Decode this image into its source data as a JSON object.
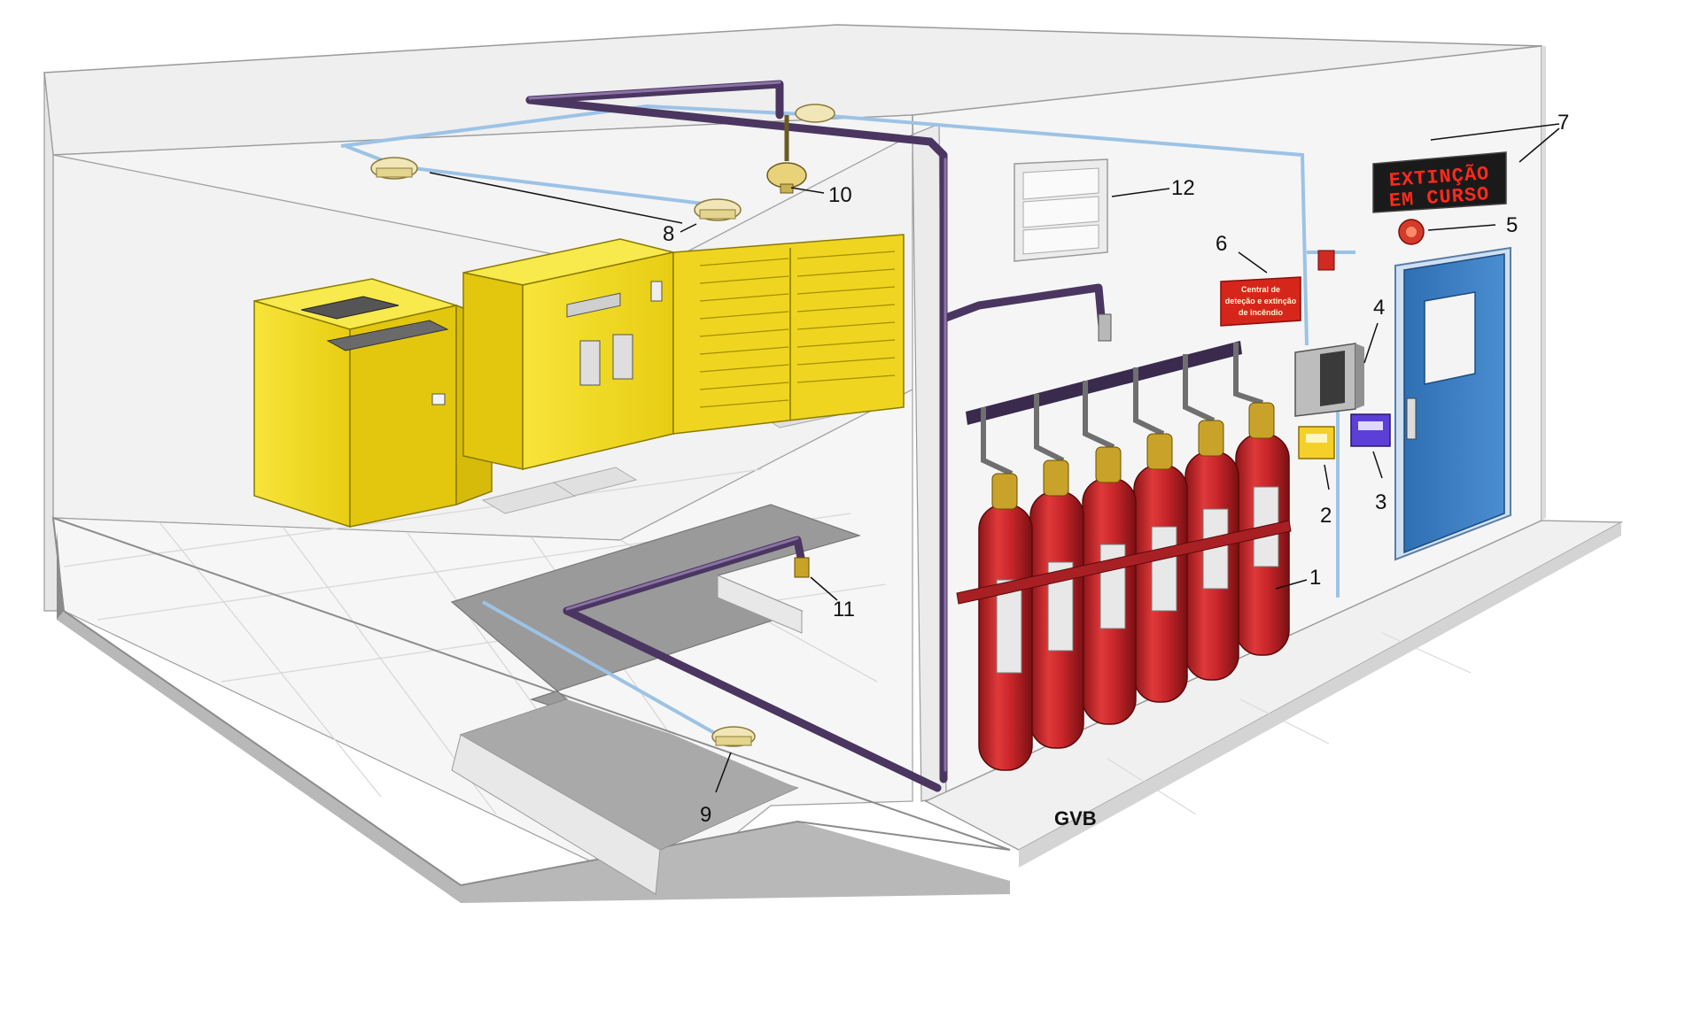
{
  "labels": {
    "l1": "1",
    "l2": "2",
    "l3": "3",
    "l4": "4",
    "l5": "5",
    "l6": "6",
    "l7": "7",
    "l8": "8",
    "l9": "9",
    "l10": "10",
    "l11": "11",
    "l12": "12"
  },
  "sign": {
    "line1": "EXTINÇÃO",
    "line2": "EM CURSO"
  },
  "control_panel": {
    "line1": "Central de",
    "line2": "deteção e extinção",
    "line3": "de incêndio"
  },
  "brand": "GVB",
  "colors": {
    "cylinder": "#c8262a",
    "equipment": "#f2dc1c",
    "door": "#3c7fc4",
    "pipe": "#5b4470",
    "detector_wire": "#9cc3e6",
    "sign_bg": "#1a1a1a",
    "sign_text": "#ff2a1a"
  }
}
